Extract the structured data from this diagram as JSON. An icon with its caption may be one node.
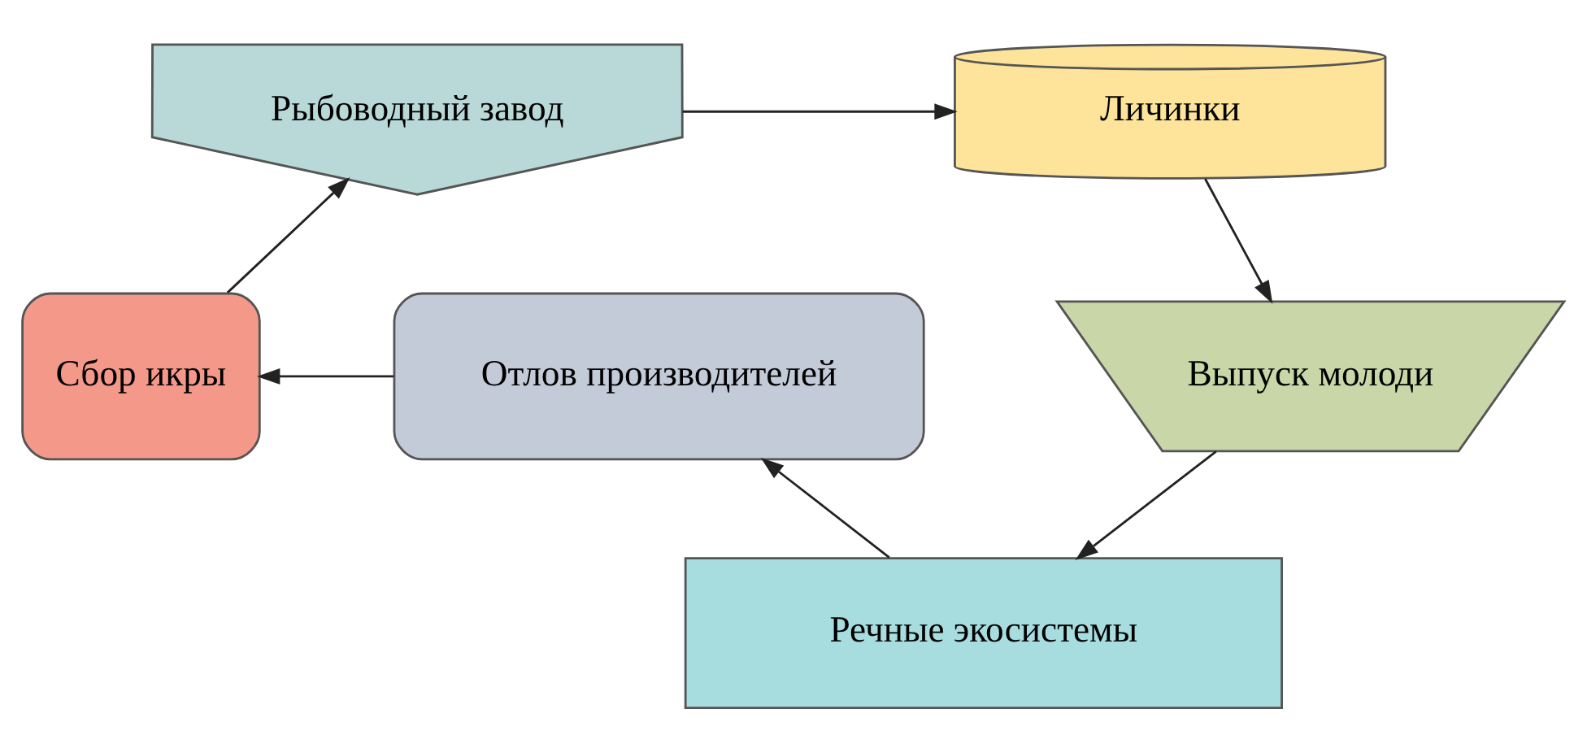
{
  "diagram": {
    "nodes": [
      {
        "text": [
          "Личинки"
        ]
      },
      {
        "text": [
          "Выпуск молоди"
        ]
      },
      {
        "text": [
          "Речные экосистемы"
        ]
      },
      {
        "text": [
          "Отлов производителей"
        ]
      },
      {
        "text": [
          "Сбор икры"
        ]
      },
      {
        "text": [
          "Рыбоводный завод"
        ]
      }
    ],
    "edges": [
      {
        "from": 5,
        "to": 0,
        "arrow": "to"
      },
      {
        "from": 0,
        "to": 1,
        "arrow": "to"
      },
      {
        "from": 1,
        "to": 2,
        "arrow": "to"
      },
      {
        "from": 2,
        "to": 3,
        "arrow": "to"
      },
      {
        "from": 3,
        "to": 4,
        "arrow": "to"
      },
      {
        "from": 4,
        "to": 5,
        "arrow": "to"
      }
    ]
  }
}
